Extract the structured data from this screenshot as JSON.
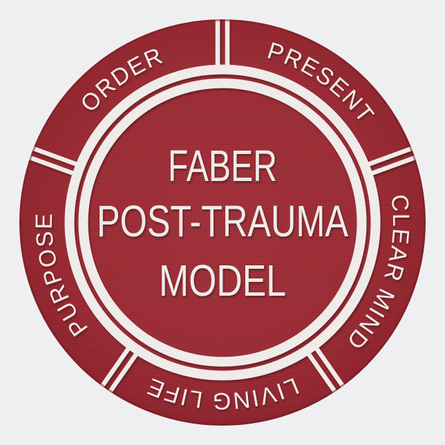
{
  "background_color": "#efeff1",
  "sticker": {
    "shape": "round-sticker",
    "base_color": "#9b2a33",
    "art_color": "#f3f1ee",
    "center_title": {
      "line1": "FABER",
      "line2": "POST-TRAUMA",
      "line3": "MODEL"
    },
    "segments": [
      {
        "label": "ORDER",
        "position": "top-left"
      },
      {
        "label": "PRESENT",
        "position": "top-right"
      },
      {
        "label": "CLEAR MIND",
        "position": "right"
      },
      {
        "label": "LIVING LIFE",
        "position": "bottom"
      },
      {
        "label": "PURPOSE",
        "position": "left"
      }
    ]
  }
}
